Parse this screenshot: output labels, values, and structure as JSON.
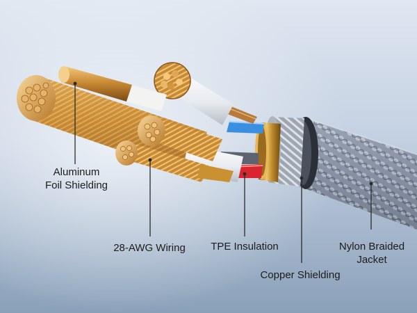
{
  "callouts": {
    "aluminum_foil": {
      "line1": "Aluminum",
      "line2": "Foil Shielding"
    },
    "awg_wiring": {
      "text": "28-AWG Wiring"
    },
    "tpe_insulation": {
      "text": "TPE Insulation"
    },
    "copper_shielding": {
      "text": "Copper Shielding"
    },
    "nylon_jacket": {
      "line1": "Nylon Braided",
      "line2": "Jacket"
    }
  },
  "colors": {
    "background_top": "#c9d6e6",
    "background_bottom": "#7f94ad",
    "copper": "#c8892e",
    "gold_ferrule": "#b98a2c",
    "braid": "#8b96a8",
    "leader_line": "#2a2a2a"
  }
}
